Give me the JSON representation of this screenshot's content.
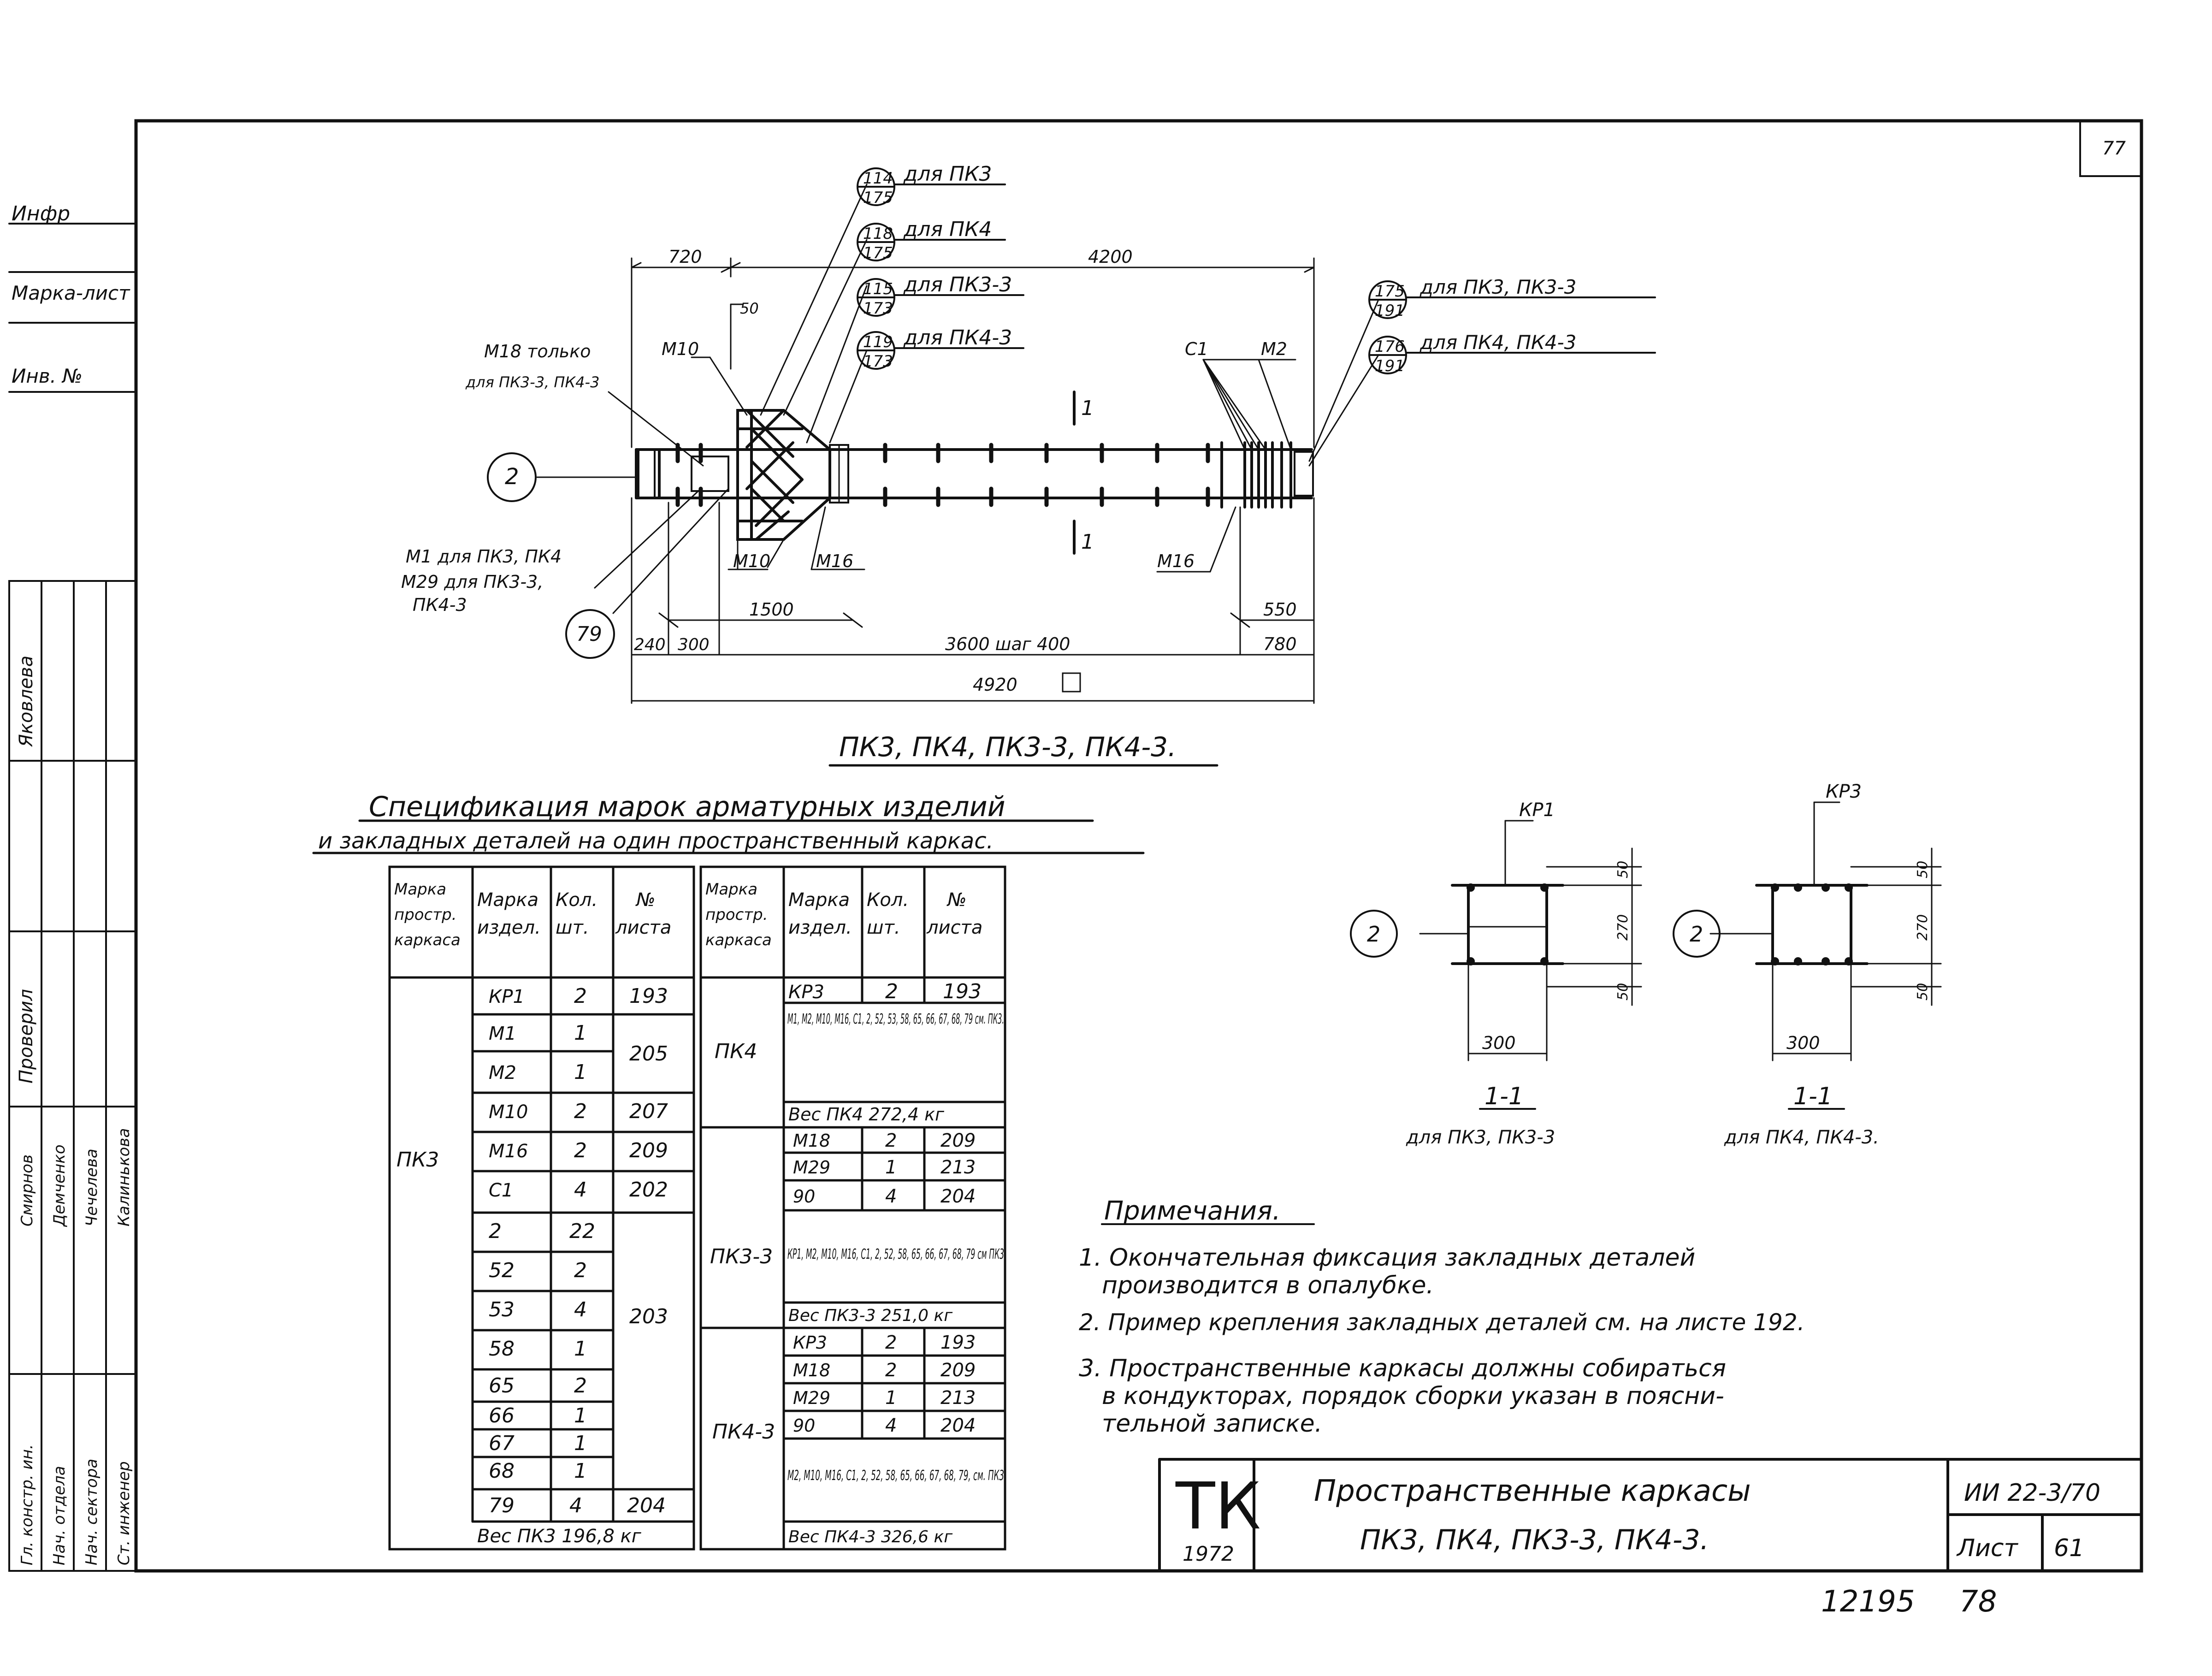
{
  "sheet": {
    "corner_number": "77",
    "bottom_numbers": [
      "12195",
      "78"
    ]
  },
  "side_stamp": {
    "top_labels": [
      "Инфр",
      "Марка-лист",
      "Инв. №"
    ],
    "roles": [
      "Гл. констр. ин.",
      "Нач. отдела",
      "Нач. сектора",
      "Ст. инженер"
    ],
    "checked_label": "Проверил",
    "checked_name": "Яковлева",
    "names": [
      "Смирнов",
      "Демченко",
      "Чечелева",
      "Калинькова"
    ]
  },
  "drawing": {
    "callouts_top": [
      {
        "num": "114",
        "den": "175",
        "text": "для ПК3"
      },
      {
        "num": "118",
        "den": "175",
        "text": "для ПК4"
      },
      {
        "num": "115",
        "den": "173",
        "text": "для ПК3-3"
      },
      {
        "num": "119",
        "den": "173",
        "text": "для ПК4-3"
      }
    ],
    "callouts_right": [
      {
        "num": "175",
        "den": "191",
        "text": "для ПК3, ПК3-3"
      },
      {
        "num": "176",
        "den": "191",
        "text": "для ПК4, ПК4-3"
      }
    ],
    "dims": {
      "d720": "720",
      "d4200": "4200",
      "d50": "50",
      "d1500": "1500",
      "d550": "550",
      "d240": "240",
      "d300": "300",
      "d3600": "3600 шаг 400",
      "d780": "780",
      "d4920": "4920"
    },
    "labels": {
      "m18": "М18 только",
      "m18b": "для ПК3-3, ПК4-3",
      "m10": "М10",
      "c1": "С1",
      "m2": "М2",
      "m1": "М1 для ПК3, ПК4",
      "m29": "М29 для ПК3-3,",
      "m29b": "ПК4-3",
      "m10b": "М10",
      "m16a": "М16",
      "m16b": "М16",
      "sec1": "1",
      "sec1b": "1",
      "circle2": "2",
      "circle79": "79"
    },
    "title": "ПК3, ПК4, ПК3-3, ПК4-3."
  },
  "sections": [
    {
      "label": "КР1",
      "marker": "2",
      "dim_top": "50",
      "dim_mid": "270",
      "dim_bot": "50",
      "dim_w": "300",
      "name": "1-1",
      "sub": "для ПК3, ПК3-3"
    },
    {
      "label": "КР3",
      "marker": "2",
      "dim_top": "50",
      "dim_mid": "270",
      "dim_bot": "50",
      "dim_w": "300",
      "name": "1-1",
      "sub": "для ПК4, ПК4-3."
    }
  ],
  "spec": {
    "title1": "Спецификация марок арматурных изделий",
    "title2": "и закладных деталей на один пространственный каркас.",
    "headers": [
      "Марка простр. каркаса",
      "Марка издел.",
      "Кол. шт.",
      "№ листа"
    ],
    "left_group": "ПК3",
    "left_rows": [
      [
        "КР1",
        "2",
        "193"
      ],
      [
        "М1",
        "1",
        ""
      ],
      [
        "М2",
        "1",
        "205"
      ],
      [
        "М10",
        "2",
        "207"
      ],
      [
        "М16",
        "2",
        "209"
      ],
      [
        "С1",
        "4",
        "202"
      ],
      [
        "2",
        "22",
        ""
      ],
      [
        "52",
        "2",
        ""
      ],
      [
        "53",
        "4",
        ""
      ],
      [
        "58",
        "1",
        "203"
      ],
      [
        "65",
        "2",
        ""
      ],
      [
        "66",
        "1",
        ""
      ],
      [
        "67",
        "1",
        ""
      ],
      [
        "68",
        "1",
        ""
      ],
      [
        "79",
        "4",
        "204"
      ]
    ],
    "left_weight": "Вес ПК3   196,8 кг",
    "right_groups": [
      {
        "mark": "ПК4",
        "rows": [],
        "note": "М1, М2, М10, М16, С1, 2, 52, 53, 58, 65, 66, 67, 68, 79 см. ПК3.",
        "weight": "Вес ПК4   272,4 кг"
      },
      {
        "mark": "ПК3-3",
        "rows": [
          [
            "М18",
            "2",
            "209"
          ],
          [
            "М29",
            "1",
            "213"
          ],
          [
            "90",
            "4",
            "204"
          ]
        ],
        "note": "КР1, М2, М10, М16, С1, 2, 52, 58, 65, 66, 67, 68, 79 см ПК3",
        "weight": "Вес ПК3-3   251,0 кг"
      },
      {
        "mark": "ПК4-3",
        "rows": [
          [
            "КР3",
            "2",
            "193"
          ],
          [
            "М18",
            "2",
            "209"
          ],
          [
            "М29",
            "1",
            "213"
          ],
          [
            "90",
            "4",
            "204"
          ]
        ],
        "note": "М2, М10, М16, С1, 2, 52, 58, 65, 66, 67, 68, 79, см. ПК3",
        "weight": "Вес ПК4-3   326,6 кг"
      }
    ]
  },
  "notes": {
    "title": "Примечания.",
    "items": [
      "1. Окончательная фиксация закладных деталей",
      "производится в опалубке.",
      "2. Пример крепления закладных деталей см. на листе 192.",
      "3. Пространственные каркасы должны собираться",
      "в кондукторах, порядок сборки указан в поясни-",
      "тельной записке."
    ]
  },
  "title_block": {
    "logo": "ТК",
    "year": "1972",
    "title_line1": "Пространственные каркасы",
    "title_line2": "ПК3, ПК4, ПК3-3, ПК4-3.",
    "code": "ИИ 22-3/70",
    "sheet_label": "Лист",
    "sheet_no": "61"
  }
}
